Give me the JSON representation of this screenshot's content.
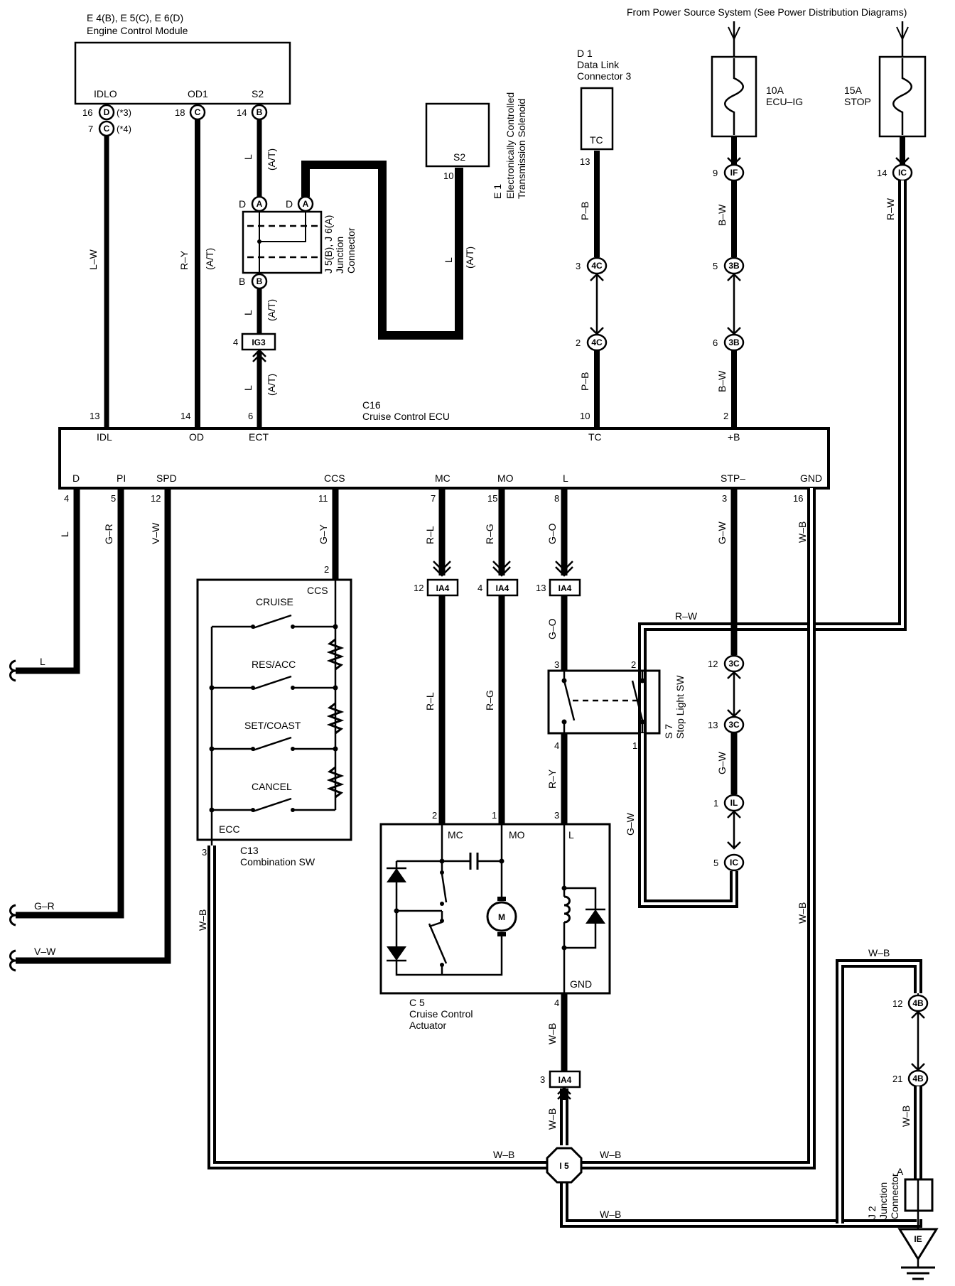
{
  "header": {
    "power_source_note": "From Power Source System (See Power Distribution Diagrams)"
  },
  "components": {
    "ecm": {
      "ref": "E 4(B), E 5(C), E 6(D)",
      "name": "Engine Control Module",
      "pins": [
        "IDLO",
        "OD1",
        "S2"
      ]
    },
    "ect_solenoid": {
      "ref": "E 1",
      "name_line1": "Electronically Controlled",
      "name_line2": "Transmission Solenoid",
      "pin": "S2"
    },
    "dlc": {
      "ref": "D 1",
      "name_line1": "Data Link",
      "name_line2": "Connector 3",
      "pin": "TC"
    },
    "fuse_ecu_ig": {
      "rating": "10A",
      "name": "ECU–IG"
    },
    "fuse_stop": {
      "rating": "15A",
      "name": "STOP"
    },
    "junction_j5": {
      "ref": "J 5(B), J 6(A)",
      "name_line1": "Junction",
      "name_line2": "Connector"
    },
    "cruise_ecu": {
      "ref": "C16",
      "name": "Cruise Control ECU",
      "top_pins": [
        "IDL",
        "OD",
        "ECT",
        "TC",
        "+B"
      ],
      "bottom_pins": [
        "D",
        "PI",
        "SPD",
        "CCS",
        "MC",
        "MO",
        "L",
        "STP–",
        "GND"
      ]
    },
    "combination_sw": {
      "ref": "C13",
      "name": "Combination SW",
      "terminal_top": "CCS",
      "terminal_bottom": "ECC",
      "switches": [
        "CRUISE",
        "RES/ACC",
        "SET/COAST",
        "CANCEL"
      ]
    },
    "actuator": {
      "ref": "C 5",
      "name_line1": "Cruise Control",
      "name_line2": "Actuator",
      "pins": [
        "MC",
        "MO",
        "L",
        "GND"
      ],
      "motor": "M"
    },
    "stop_light_sw": {
      "ref": "S 7",
      "name": "Stop Light SW"
    },
    "junction_j2": {
      "ref": "J 2",
      "name_line1": "Junction",
      "name_line2": "Connector",
      "pin": "A"
    },
    "ground_point": "IE",
    "splice": "I 5"
  },
  "connectors": {
    "ecm_d": "D",
    "ecm_c": "C",
    "ecm_b": "B",
    "note_3": "(*3)",
    "note_4": "(*4)",
    "j5_a": "A",
    "j5_b": "B",
    "j5_d": "D",
    "ig3": "IG3",
    "c4c": "4C",
    "c3b": "3B",
    "cif": "IF",
    "cic": "IC",
    "cia4": "IA4",
    "c3c": "3C",
    "cil": "IL",
    "c4b": "4B"
  },
  "pin_numbers": {
    "p16": "16",
    "p7": "7",
    "p18": "18",
    "p14": "14",
    "p10": "10",
    "p13": "13",
    "p9": "9",
    "p4": "4",
    "p3": "3",
    "p2": "2",
    "p5": "5",
    "p6": "6",
    "p1": "1",
    "p8": "8",
    "p11": "11",
    "p12": "12",
    "p15": "15",
    "p21": "21"
  },
  "wire_labels": {
    "l": "L",
    "at": "(A/T)",
    "lw": "L–W",
    "ry": "R–Y",
    "pb": "P–B",
    "bw": "B–W",
    "rw": "R–W",
    "gr": "G–R",
    "vw": "V–W",
    "gy": "G–Y",
    "rl": "R–L",
    "rg": "R–G",
    "go": "G–O",
    "gw": "G–W",
    "wb": "W–B"
  },
  "colors": {
    "wire": "#000000",
    "background": "#ffffff"
  }
}
